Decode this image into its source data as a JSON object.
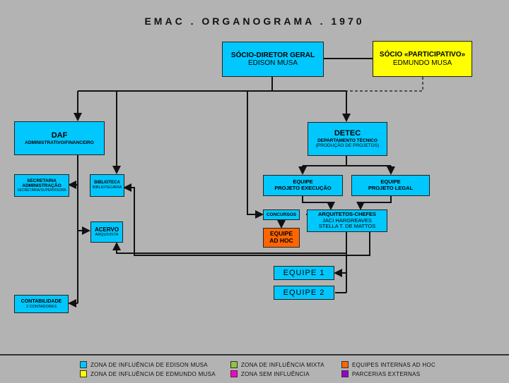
{
  "title": "EMAC . ORGANOGRAMA . 1970",
  "nodes": {
    "socio_diretor": {
      "line1": "SÓCIO-DIRETOR GERAL",
      "line2": "EDISON MUSA"
    },
    "socio_participativo": {
      "line1": "SÓCIO «PARTICIPATIVO»",
      "line2": "EDMUNDO MUSA"
    },
    "daf": {
      "line1": "DAF",
      "line2": "ADMINISTRATIVO/FINANCEIRO"
    },
    "detec": {
      "line1": "DETEC",
      "line2": "DEPARTAMENTO TÉCNICO",
      "line3": "(PRODUÇÃO DE PROJETOS)"
    },
    "secretaria": {
      "line1": "SECRETARIA",
      "line2": "ADMINISTRAÇÃO",
      "line3": "SECRETÁRIA/SUPERVISORA"
    },
    "biblioteca": {
      "line1": "BIBLIOTECA",
      "line2": "BIBLIOTECÁRIA"
    },
    "acervo": {
      "line1": "ACERVO",
      "line2": "ARQUIVISTA"
    },
    "contabilidade": {
      "line1": "CONTABILIDADE",
      "line2": "2 CONTADORES"
    },
    "equipe_execucao": {
      "line1": "EQUIPE",
      "line2": "PROJETO EXECUÇÃO"
    },
    "equipe_legal": {
      "line1": "EQUIPE",
      "line2": "PROJETO LEGAL"
    },
    "concursos": {
      "line1": "CONCURSOS"
    },
    "arquitetos": {
      "line1": "ARQUITETOS-CHEFES",
      "line2": "JACI HARGREAVES",
      "line3": "STELLA T. DE MATTOS"
    },
    "equipe_adhoc": {
      "line1": "EQUIPE",
      "line2": "AD HOC"
    },
    "equipe1": {
      "line1": "EQUIPE 1"
    },
    "equipe2": {
      "line1": "EQUIPE 2"
    }
  },
  "legend": [
    {
      "label": "ZONA DE INFLUÊNCIA DE EDISON MUSA",
      "color": "#00c8ff"
    },
    {
      "label": "ZONA DE INFLUÊNCIA DE EDMUNDO MUSA",
      "color": "#ffff00"
    },
    {
      "label": "ZONA DE INFLUÊNCIA MIXTA",
      "color": "#8cc63f"
    },
    {
      "label": "ZONA SEM INFLUÊNCIA",
      "color": "#ff00cc"
    },
    {
      "label": "EQUIPES INTERNAS AD HOC",
      "color": "#ff6600"
    },
    {
      "label": "PARCERIAS EXTERNAS",
      "color": "#9900cc"
    }
  ]
}
